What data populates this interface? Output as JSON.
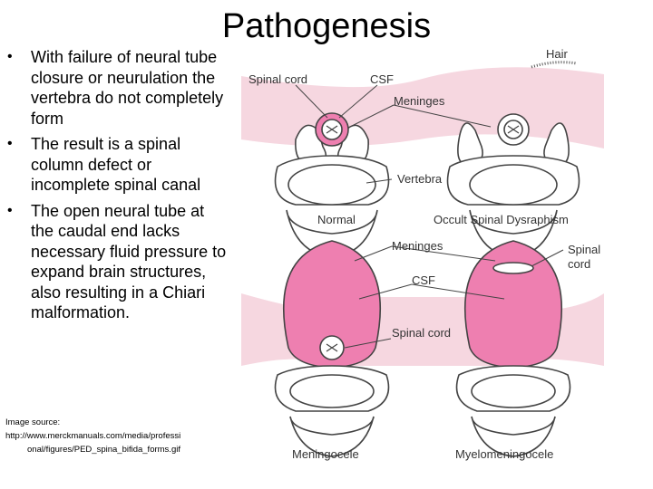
{
  "slide": {
    "title": "Pathogenesis",
    "bullets": [
      "With failure of neural tube closure or neurulation the vertebra do not completely form",
      "The result is a spinal column defect or incomplete spinal canal",
      "The open neural tube at the caudal end lacks necessary fluid pressure to expand brain structures, also resulting in a Chiari malformation."
    ],
    "source_label": "Image source:",
    "source_url_line1": "http://www.merckmanuals.com/media/professi",
    "source_url_line2": "onal/figures/PED_spina_bifida_forms.gif"
  },
  "figure": {
    "labels": {
      "hair": "Hair",
      "spinal_cord_top": "Spinal cord",
      "csf_top": "CSF",
      "meninges_top": "Meninges",
      "vertebra": "Vertebra",
      "normal": "Normal",
      "occult": "Occult Spinal Dysraphism",
      "meninges_mid": "Meninges",
      "spinal_mid_1": "Spinal",
      "spinal_mid_2": "cord",
      "csf_mid": "CSF",
      "spinal_cord_low": "Spinal cord",
      "meningocele": "Meningocele",
      "myelomeningocele": "Myelomeningocele"
    },
    "colors": {
      "skin_pink": "#f6d7e0",
      "sac_pink": "#ee7fb0",
      "bone": "#ffffff",
      "outline": "#444444"
    }
  }
}
